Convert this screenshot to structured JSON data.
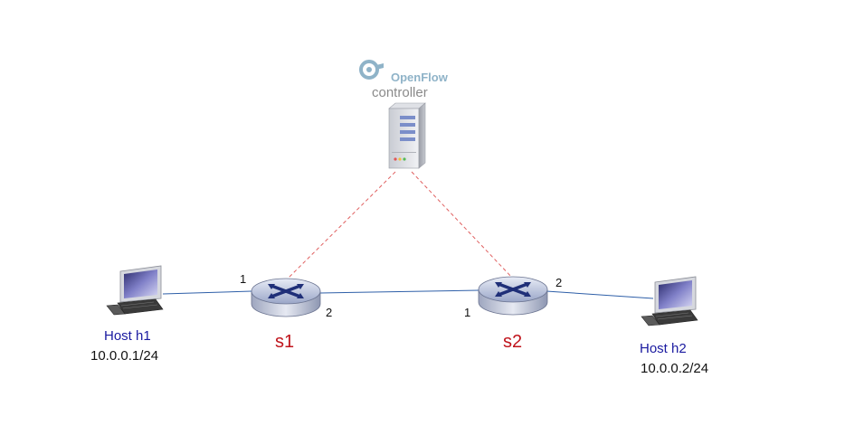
{
  "controller": {
    "brand": "OpenFlow",
    "label": "controller",
    "icon": "server-icon",
    "brand_color": "#8fb3c8",
    "label_color": "#8a8a8a"
  },
  "switches": {
    "s1": {
      "label": "s1",
      "port_left": "1",
      "port_right": "2",
      "icon": "switch-icon"
    },
    "s2": {
      "label": "s2",
      "port_left": "1",
      "port_right": "2",
      "icon": "switch-icon"
    }
  },
  "hosts": {
    "h1": {
      "name": "Host h1",
      "ip": "10.0.0.1/24",
      "icon": "computer-icon"
    },
    "h2": {
      "name": "Host h2",
      "ip": "10.0.0.2/24",
      "icon": "computer-icon"
    }
  },
  "colors": {
    "switch_label": "#c0141c",
    "host_name": "#1a1aa0",
    "host_ip": "#111111",
    "link": "#2e5fa8",
    "control_link": "#e06060"
  }
}
